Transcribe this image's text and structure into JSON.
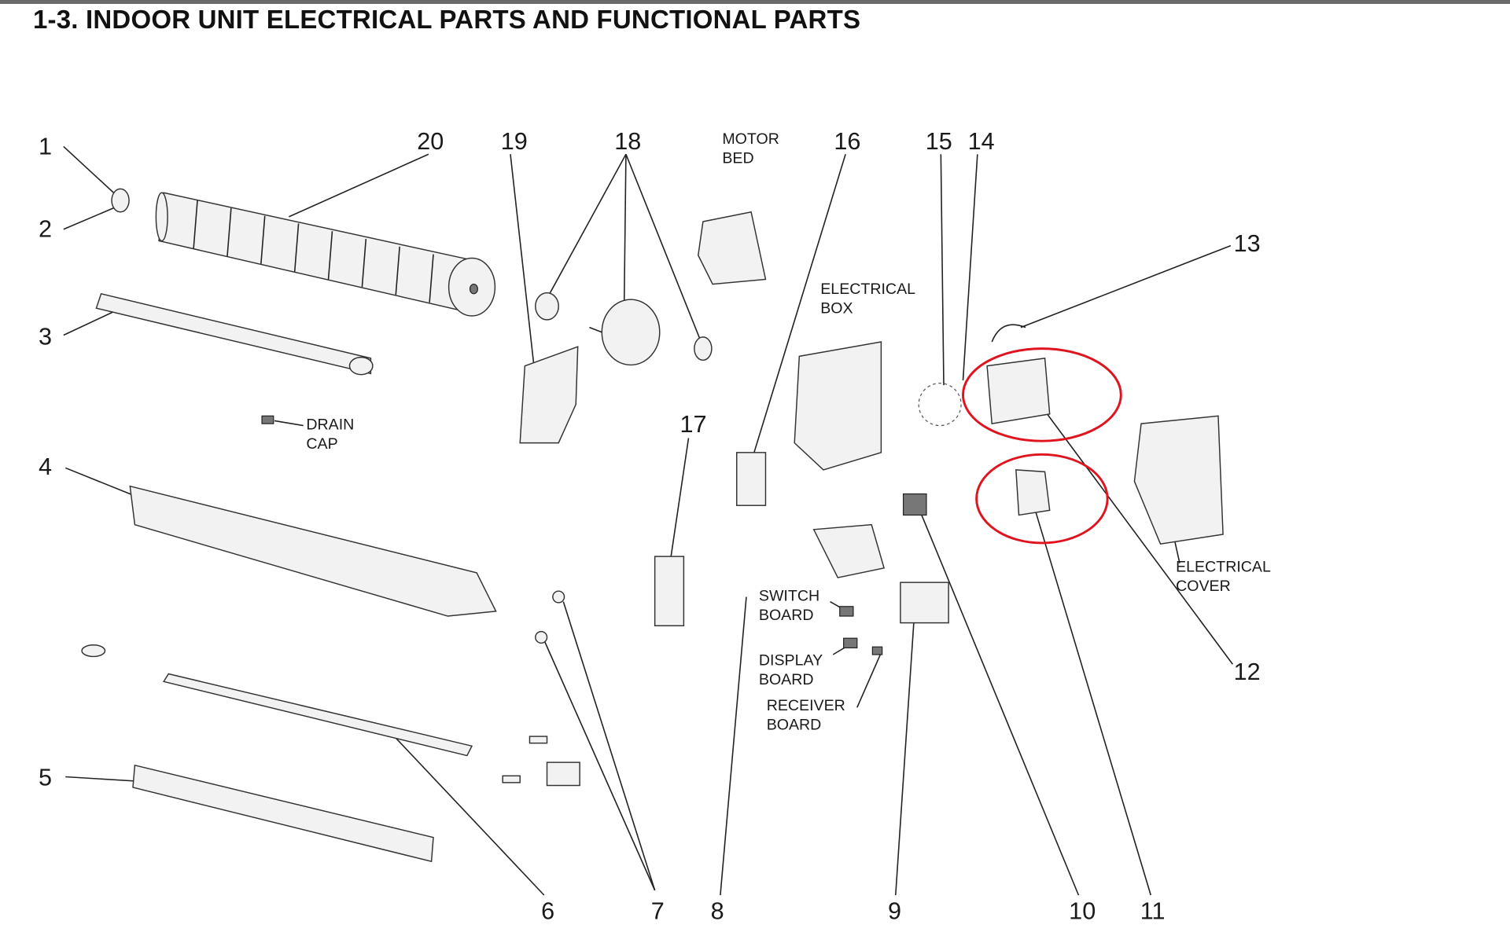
{
  "title": "1-3. INDOOR UNIT ELECTRICAL PARTS AND FUNCTIONAL PARTS",
  "part_numbers": [
    "1",
    "2",
    "3",
    "4",
    "5",
    "6",
    "7",
    "8",
    "9",
    "10",
    "11",
    "12",
    "13",
    "14",
    "15",
    "16",
    "17",
    "18",
    "19",
    "20"
  ],
  "labels": {
    "motor_bed": [
      "MOTOR",
      "BED"
    ],
    "electrical_box": [
      "ELECTRICAL",
      "BOX"
    ],
    "drain_cap": [
      "DRAIN",
      "CAP"
    ],
    "switch_board": [
      "SWITCH",
      "BOARD"
    ],
    "display_board": [
      "DISPLAY",
      "BOARD"
    ],
    "receiver_board": [
      "RECEIVER",
      "BOARD"
    ],
    "electrical_cover": [
      "ELECTRICAL",
      "COVER"
    ]
  },
  "highlight_color": "#e0141e"
}
